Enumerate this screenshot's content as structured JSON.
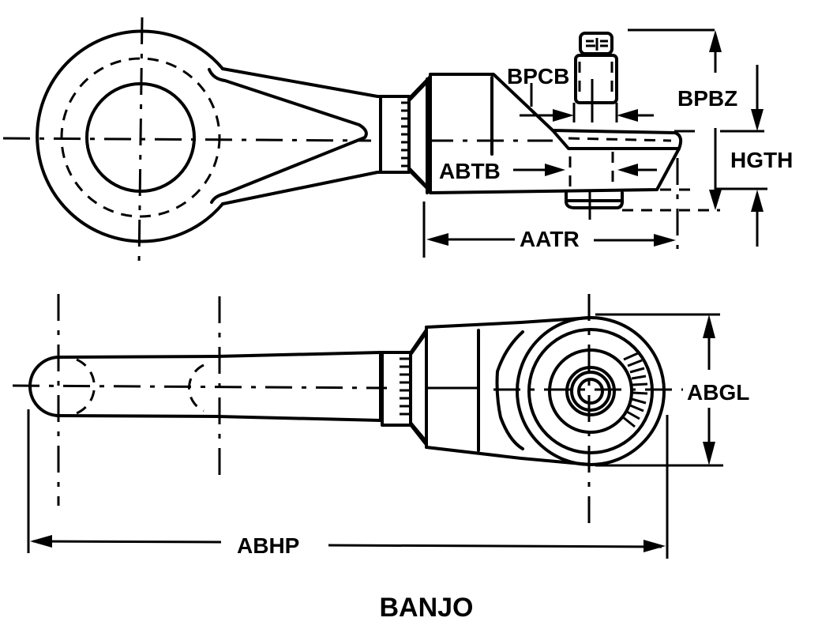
{
  "title": "BANJO",
  "labels": {
    "bpcb": "BPCB",
    "bpbz": "BPBZ",
    "hgth": "HGTH",
    "abtb": "ABTB",
    "aatr": "AATR",
    "abgl": "ABGL",
    "abhp": "ABHP"
  },
  "colors": {
    "line": "#000000",
    "background": "#ffffff"
  }
}
